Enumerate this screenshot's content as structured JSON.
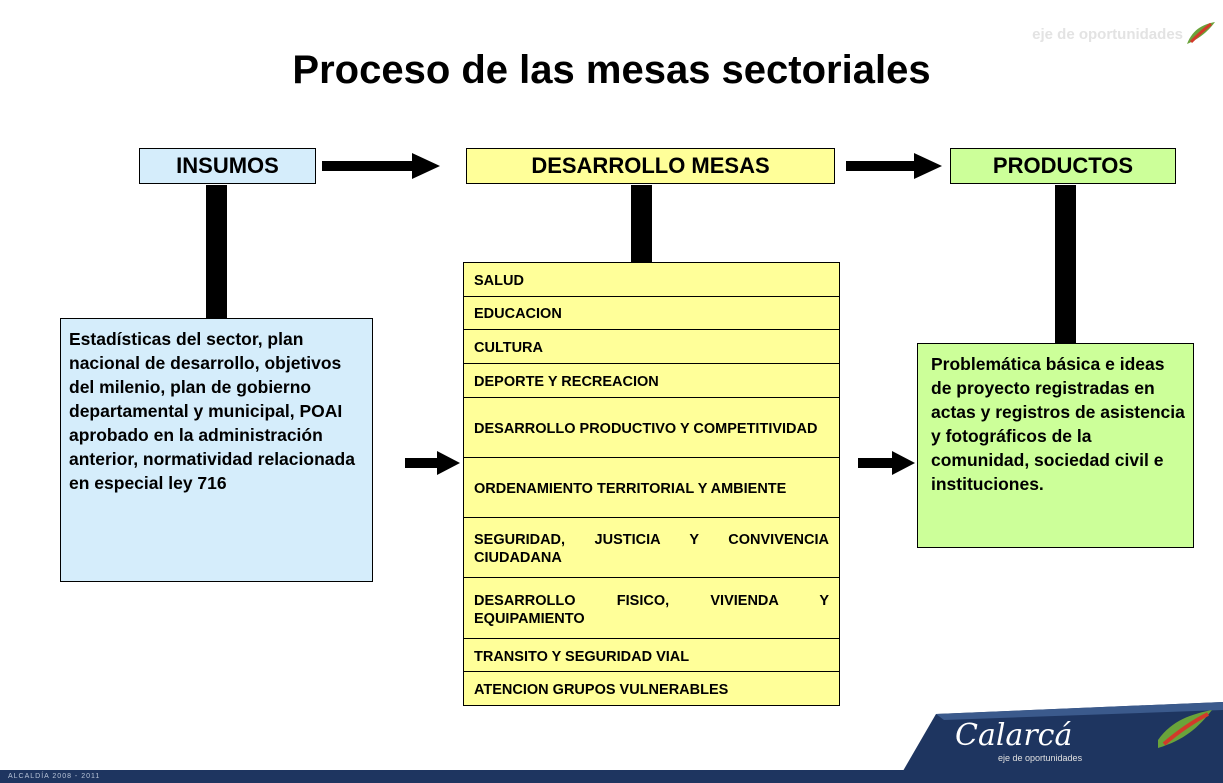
{
  "header": {
    "title": "Proceso de las mesas sectoriales",
    "tagline": "eje de oportunidades"
  },
  "columns": {
    "insumos": {
      "label": "INSUMOS",
      "description": "Estadísticas del sector, plan nacional de desarrollo, objetivos del milenio, plan de gobierno departamental y municipal, POAI aprobado en la administración anterior, normatividad relacionada en especial ley 716"
    },
    "desarrollo": {
      "label": "DESARROLLO MESAS",
      "sectors": [
        "SALUD",
        "EDUCACION",
        "CULTURA",
        "DEPORTE Y RECREACION",
        "DESARROLLO PRODUCTIVO Y COMPETITIVIDAD",
        "ORDENAMIENTO TERRITORIAL Y AMBIENTE",
        "SEGURIDAD, JUSTICIA Y CONVIVENCIA CIUDADANA",
        "DESARROLLO FISICO, VIVIENDA Y EQUIPAMIENTO",
        "TRANSITO Y SEGURIDAD VIAL",
        "ATENCION GRUPOS VULNERABLES"
      ]
    },
    "productos": {
      "label": "PRODUCTOS",
      "description": "Problemática básica e ideas de proyecto registradas en actas y registros de asistencia y fotográficos de la comunidad, sociedad civil e instituciones."
    }
  },
  "footer": {
    "text": "ALCALDÍA 2008 - 2011",
    "logo": "Calarcá",
    "logo_sub": "eje de oportunidades"
  },
  "colors": {
    "insumos_fill": "#d5edfb",
    "desarrollo_fill": "#ffff99",
    "productos_fill": "#ccff99",
    "footer_bar": "#1e3560"
  }
}
